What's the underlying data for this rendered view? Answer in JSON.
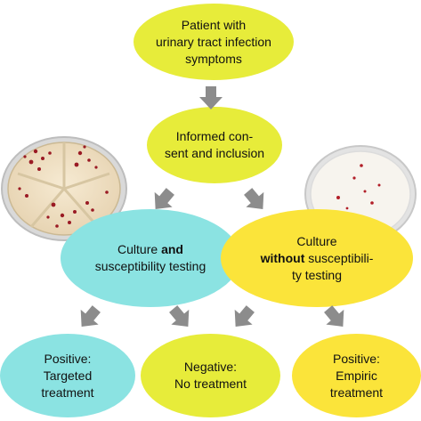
{
  "colors": {
    "yellow_node": "#e7ec3a",
    "cyan_node": "#8be3e2",
    "gold_node": "#fbe43a",
    "arrow": "#8c8c8c",
    "colony": "#9a1a24",
    "agar": "#f3e4c8"
  },
  "nodes": {
    "patient": {
      "line1": "Patient with",
      "line2": "urinary tract infection",
      "line3": "symptoms"
    },
    "consent": {
      "line1": "Informed con-",
      "line2": "sent and inclusion"
    },
    "culture_with": {
      "line1_pre": "Culture ",
      "line1_bold": "and",
      "line2": "susceptibility testing"
    },
    "culture_without": {
      "line1": "Culture",
      "line2_bold": "without",
      "line2_post": " susceptibili-",
      "line3": "ty testing"
    },
    "positive_targeted": {
      "line1": "Positive:",
      "line2": "Targeted",
      "line3": "treatment"
    },
    "negative": {
      "line1": "Negative:",
      "line2": "No treatment"
    },
    "positive_empiric": {
      "line1": "Positive:",
      "line2": "Empiric",
      "line3": "treatment"
    }
  },
  "images": {
    "left_dish": "culture-plate-with-sectors",
    "right_dish": "culture-plate-plain"
  }
}
